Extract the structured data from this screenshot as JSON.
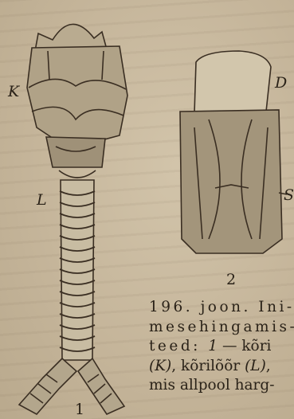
{
  "figure": {
    "label_K": "K",
    "label_L": "L",
    "label_D": "D",
    "label_S": "S",
    "number_1": "1",
    "number_2": "2"
  },
  "caption": {
    "line1": "196. joon. Ini-",
    "line2": "mesehingamis-",
    "line3_a": "teed: ",
    "line3_b": "1",
    "line3_c": " — kõri",
    "line4_a": "(K)",
    "line4_b": ", kõrilõõr ",
    "line4_c": "(L)",
    "line4_d": ",",
    "line5": "mis allpool harg-"
  }
}
